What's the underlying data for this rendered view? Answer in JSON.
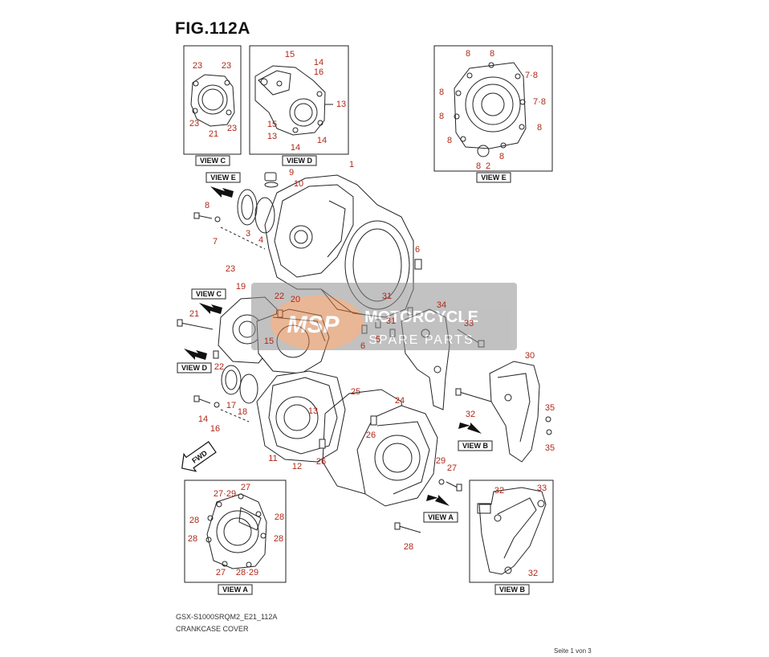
{
  "figure": {
    "title": "FIG.112A",
    "model_code": "GSX-S1000SRQM2_E21_112A",
    "caption": "CRANKCASE COVER",
    "page_indicator": "Seite 1 von 3"
  },
  "watermark": {
    "logo": "MSP",
    "line1": "MOTORCYCLE",
    "line2": "SPARE PARTS"
  },
  "view_labels": {
    "c_inset": "VIEW C",
    "d_inset": "VIEW D",
    "e_inset": "VIEW E",
    "e_main": "VIEW E",
    "c_main": "VIEW C",
    "d_main": "VIEW D",
    "b_main": "VIEW B",
    "a_main": "VIEW A",
    "a_inset": "VIEW A",
    "b_inset": "VIEW B"
  },
  "fwd_label": "FWD",
  "callouts": {
    "c23a": "23",
    "c23b": "23",
    "c23c": "23",
    "c23d": "23",
    "c21a": "21",
    "d15a": "15",
    "d14a": "14",
    "d16": "16",
    "d13a": "13",
    "d15b": "15",
    "d13b": "13",
    "d14b": "14",
    "d14c": "14",
    "e8a": "8",
    "e8b": "8",
    "e78a": "7·8",
    "e8c": "8",
    "e78b": "7·8",
    "e8d": "8",
    "e8e": "8",
    "e8f": "8",
    "e8g": "8",
    "e8h": "8",
    "e2": "2",
    "m1": "1",
    "m9": "9",
    "m10": "10",
    "m8": "8",
    "m3": "3",
    "m4": "4",
    "m7": "7",
    "m6a": "6",
    "m23": "23",
    "m19": "19",
    "m22a": "22",
    "m20": "20",
    "m31a": "31",
    "m34": "34",
    "m21": "21",
    "m31b": "31",
    "m5": "5",
    "m6b": "6",
    "m33a": "33",
    "m15": "15",
    "m22b": "22",
    "m30": "30",
    "m25": "25",
    "m24": "24",
    "m17": "17",
    "m18": "18",
    "m13": "13",
    "m14": "14",
    "m16": "16",
    "m26a": "26",
    "m35a": "35",
    "m32a": "32",
    "m35b": "35",
    "m11": "11",
    "m12": "12",
    "m26b": "26",
    "m29": "29",
    "m27": "27",
    "m28": "28",
    "a2729a": "27·29",
    "a27a": "27",
    "a28a": "28",
    "a28b": "28",
    "a28c": "28",
    "a28d": "28",
    "a27b": "27",
    "a2829": "28·29",
    "b32a": "32",
    "b33": "33",
    "b32b": "32"
  }
}
